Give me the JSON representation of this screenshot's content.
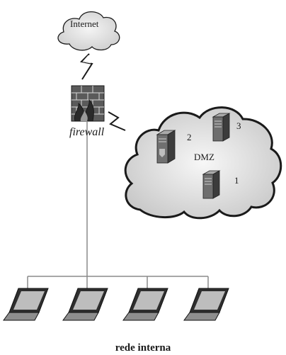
{
  "internet": {
    "label": "Internet"
  },
  "firewall": {
    "label": "firewall"
  },
  "dmz": {
    "label": "DMZ",
    "servers": [
      {
        "number": "1"
      },
      {
        "number": "2"
      },
      {
        "number": "3"
      }
    ]
  },
  "lan": {
    "label": "rede interna",
    "laptop_count": 4
  },
  "icons": [
    "cloud-icon",
    "lightning-icon",
    "firewall-icon",
    "server-icon",
    "laptop-icon"
  ],
  "colors": {
    "cloud_fill": "#e6e6e6",
    "stroke": "#1a1a1a",
    "line": "#808080"
  }
}
